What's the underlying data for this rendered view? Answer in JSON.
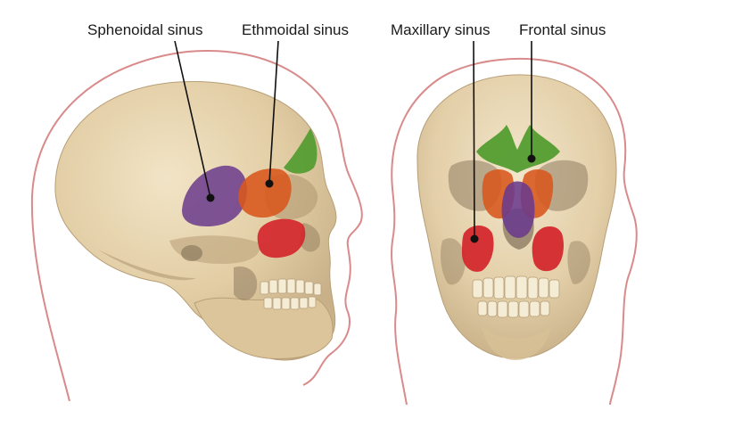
{
  "labels": {
    "sphenoidal": "Sphenoidal sinus",
    "ethmoidal": "Ethmoidal sinus",
    "maxillary": "Maxillary sinus",
    "frontal": "Frontal sinus"
  },
  "colors": {
    "sphenoidal": "#6a3a8c",
    "ethmoidal": "#d8561c",
    "maxillary": "#d4242a",
    "frontal": "#4f9a2c",
    "head_outline": "#d98a8a",
    "bone": "#e6d3ad",
    "bone_shadow": "#c9b48c",
    "leader": "#111111"
  }
}
